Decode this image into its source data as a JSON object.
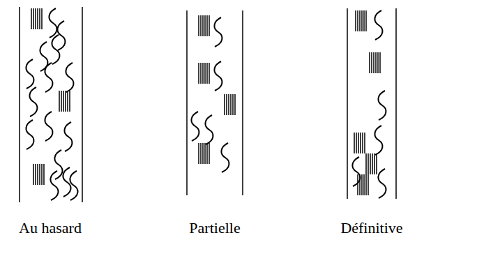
{
  "diagram": {
    "labels": [
      "Au hasard",
      "Partielle",
      "Définitive"
    ]
  }
}
